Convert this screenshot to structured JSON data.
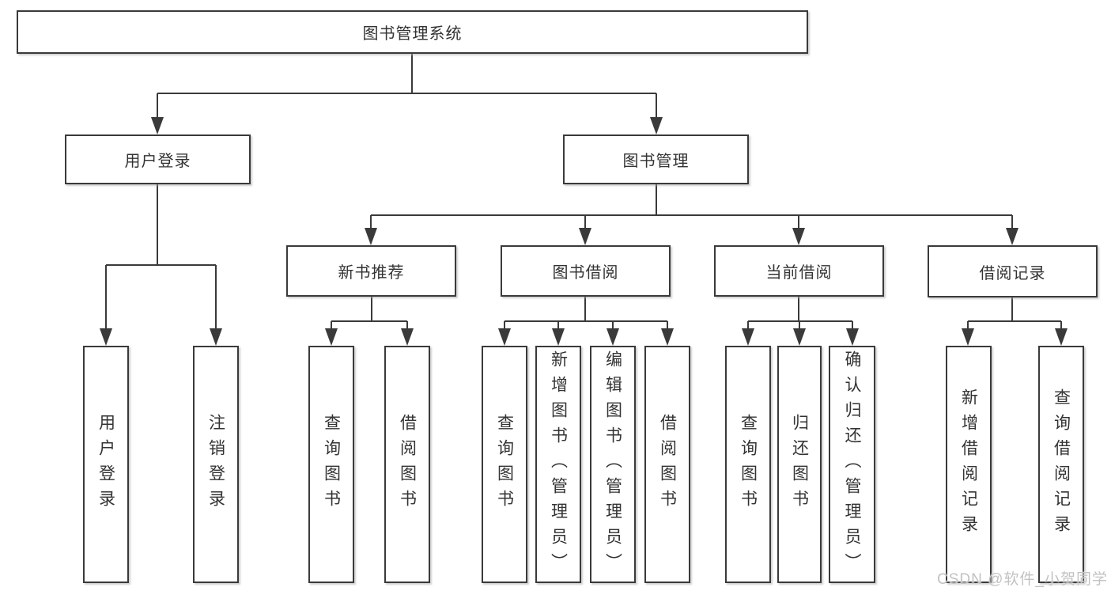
{
  "diagram": {
    "root": {
      "label": "图书管理系统"
    },
    "level2": [
      {
        "label": "用户登录"
      },
      {
        "label": "图书管理"
      }
    ],
    "level3": [
      {
        "label": "新书推荐"
      },
      {
        "label": "图书借阅"
      },
      {
        "label": "当前借阅"
      },
      {
        "label": "借阅记录"
      }
    ],
    "leaves": {
      "login": [
        "用户登录",
        "注销登录"
      ],
      "recommend": [
        "查询图书",
        "借阅图书"
      ],
      "borrow": [
        "查询图书",
        "新增图书（管理员）",
        "编辑图书（管理员）",
        "借阅图书"
      ],
      "current": [
        "查询图书",
        "归还图书",
        "确认归还（管理员）"
      ],
      "records": [
        "新增借阅记录",
        "查询借阅记录"
      ]
    },
    "watermark": "CSDN @软件_小贺同学",
    "colors": {
      "line": "#3a3a3a",
      "text": "#333333",
      "background": "#ffffff",
      "watermark": "#c2c2c2"
    }
  }
}
